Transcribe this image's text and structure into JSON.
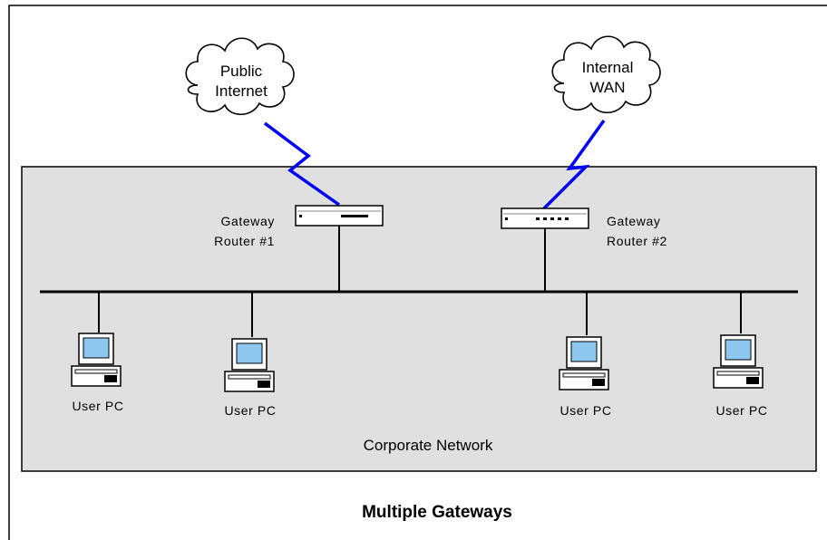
{
  "clouds": [
    {
      "id": "public-internet",
      "line1": "Public",
      "line2": "Internet"
    },
    {
      "id": "internal-wan",
      "line1": "Internal",
      "line2": "WAN"
    }
  ],
  "routers": [
    {
      "id": "router-1",
      "line1": "Gateway",
      "line2": "Router #1"
    },
    {
      "id": "router-2",
      "line1": "Gateway",
      "line2": "Router #2"
    }
  ],
  "pcs": [
    {
      "label": "User PC"
    },
    {
      "label": "User PC"
    },
    {
      "label": "User PC"
    },
    {
      "label": "User PC"
    }
  ],
  "network_label": "Corporate Network",
  "caption": "Multiple Gateways",
  "colors": {
    "network_bg": "#e0e0e0",
    "link": "#0000ff",
    "screen": "#8ec8f0"
  }
}
